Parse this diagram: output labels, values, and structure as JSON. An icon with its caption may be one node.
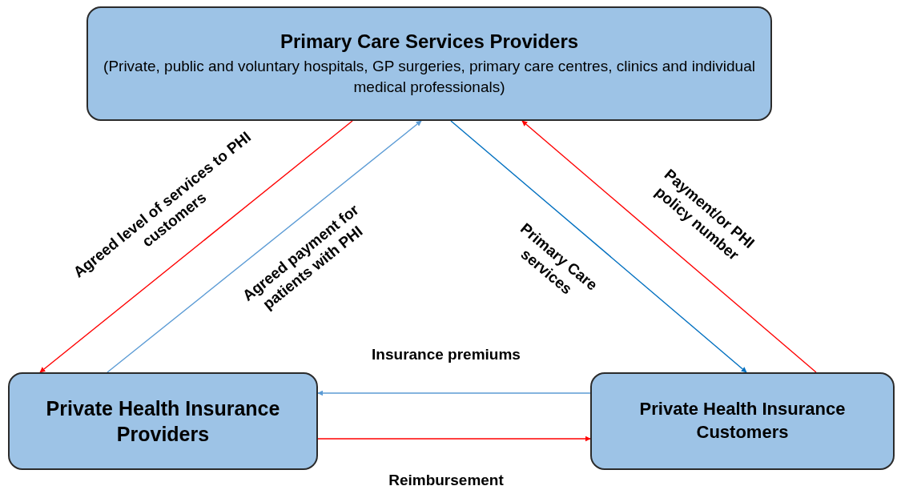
{
  "diagram": {
    "nodes": [
      {
        "text": [
          "Primary Care Services Providers",
          "(Private, public and voluntary hospitals, GP surgeries, primary care centres, clinics and individual medical professionals)"
        ]
      },
      {
        "text": [
          "Private Health Insurance Providers"
        ]
      },
      {
        "text": [
          "Private Health Insurance Customers"
        ]
      }
    ],
    "edges": [
      {
        "from": 0,
        "to": 1,
        "arrow": "to",
        "label": "Agreed level of services to PHI customers",
        "color": "#ff0000"
      },
      {
        "from": 1,
        "to": 0,
        "arrow": "to",
        "label": "Agreed payment for patients with PHI",
        "color": "#5b9bd5"
      },
      {
        "from": 0,
        "to": 2,
        "arrow": "to",
        "label": "Primary Care services",
        "color": "#0070c0"
      },
      {
        "from": 2,
        "to": 0,
        "arrow": "to",
        "label": "Payment/or PHI policy number",
        "color": "#ff0000"
      },
      {
        "from": 2,
        "to": 1,
        "arrow": "to",
        "label": "Insurance premiums",
        "color": "#5b9bd5"
      },
      {
        "from": 1,
        "to": 2,
        "arrow": "to",
        "label": "Reimbursement",
        "color": "#ff0000"
      }
    ]
  }
}
